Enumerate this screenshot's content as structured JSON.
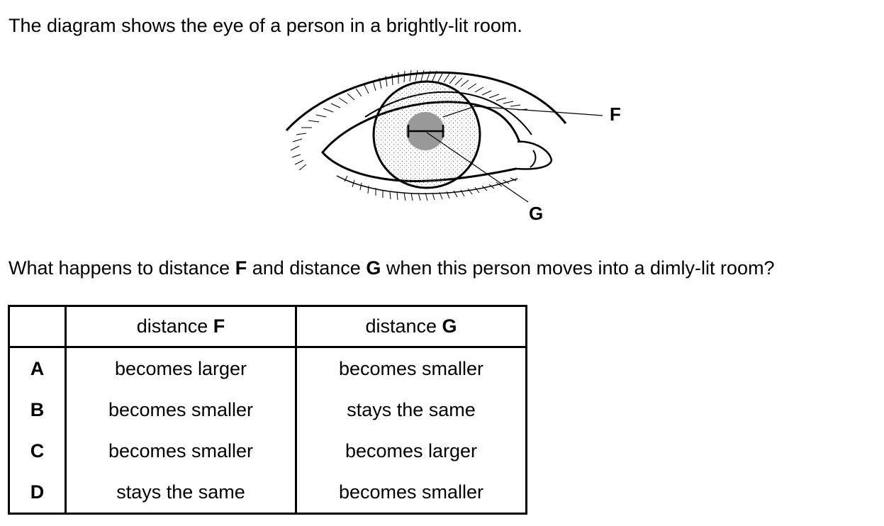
{
  "intro_text": "The diagram shows the eye of a person in a brightly-lit room.",
  "diagram": {
    "label_f": "F",
    "label_g": "G"
  },
  "question": {
    "part1": "What happens to distance ",
    "f": "F",
    "part2": " and distance ",
    "g": "G",
    "part3": " when this person moves into a dimly-lit room?"
  },
  "table": {
    "header": {
      "blank": "",
      "col_f_text": "distance ",
      "col_f_bold": "F",
      "col_g_text": "distance ",
      "col_g_bold": "G"
    },
    "rows": [
      {
        "letter": "A",
        "f": "becomes larger",
        "g": "becomes smaller"
      },
      {
        "letter": "B",
        "f": "becomes smaller",
        "g": "stays the same"
      },
      {
        "letter": "C",
        "f": "becomes smaller",
        "g": "becomes larger"
      },
      {
        "letter": "D",
        "f": "stays the same",
        "g": "becomes smaller"
      }
    ]
  }
}
